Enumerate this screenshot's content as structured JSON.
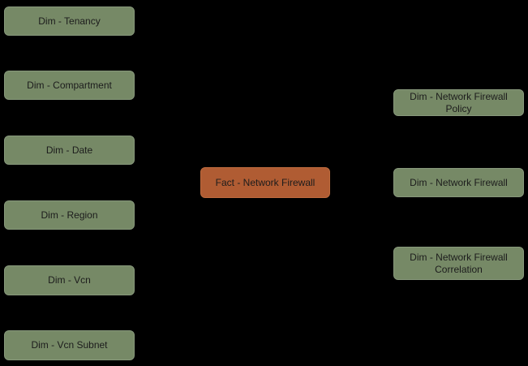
{
  "fact": {
    "label": "Fact - Network Firewall"
  },
  "left_dimensions": [
    {
      "label": "Dim - Tenancy"
    },
    {
      "label": "Dim - Compartment"
    },
    {
      "label": "Dim - Date"
    },
    {
      "label": "Dim - Region"
    },
    {
      "label": "Dim - Vcn"
    },
    {
      "label": "Dim - Vcn Subnet"
    }
  ],
  "right_dimensions": [
    {
      "label": "Dim - Network Firewall Policy"
    },
    {
      "label": "Dim - Network Firewall"
    },
    {
      "label": "Dim - Network Firewall Correlation"
    }
  ],
  "colors": {
    "canvas_bg": "#000000",
    "dimension_fill": "#768966",
    "dimension_border": "#87987b",
    "fact_fill": "#b05c33",
    "fact_border": "#bd6a3d",
    "node_text": "#1c1c1c"
  }
}
